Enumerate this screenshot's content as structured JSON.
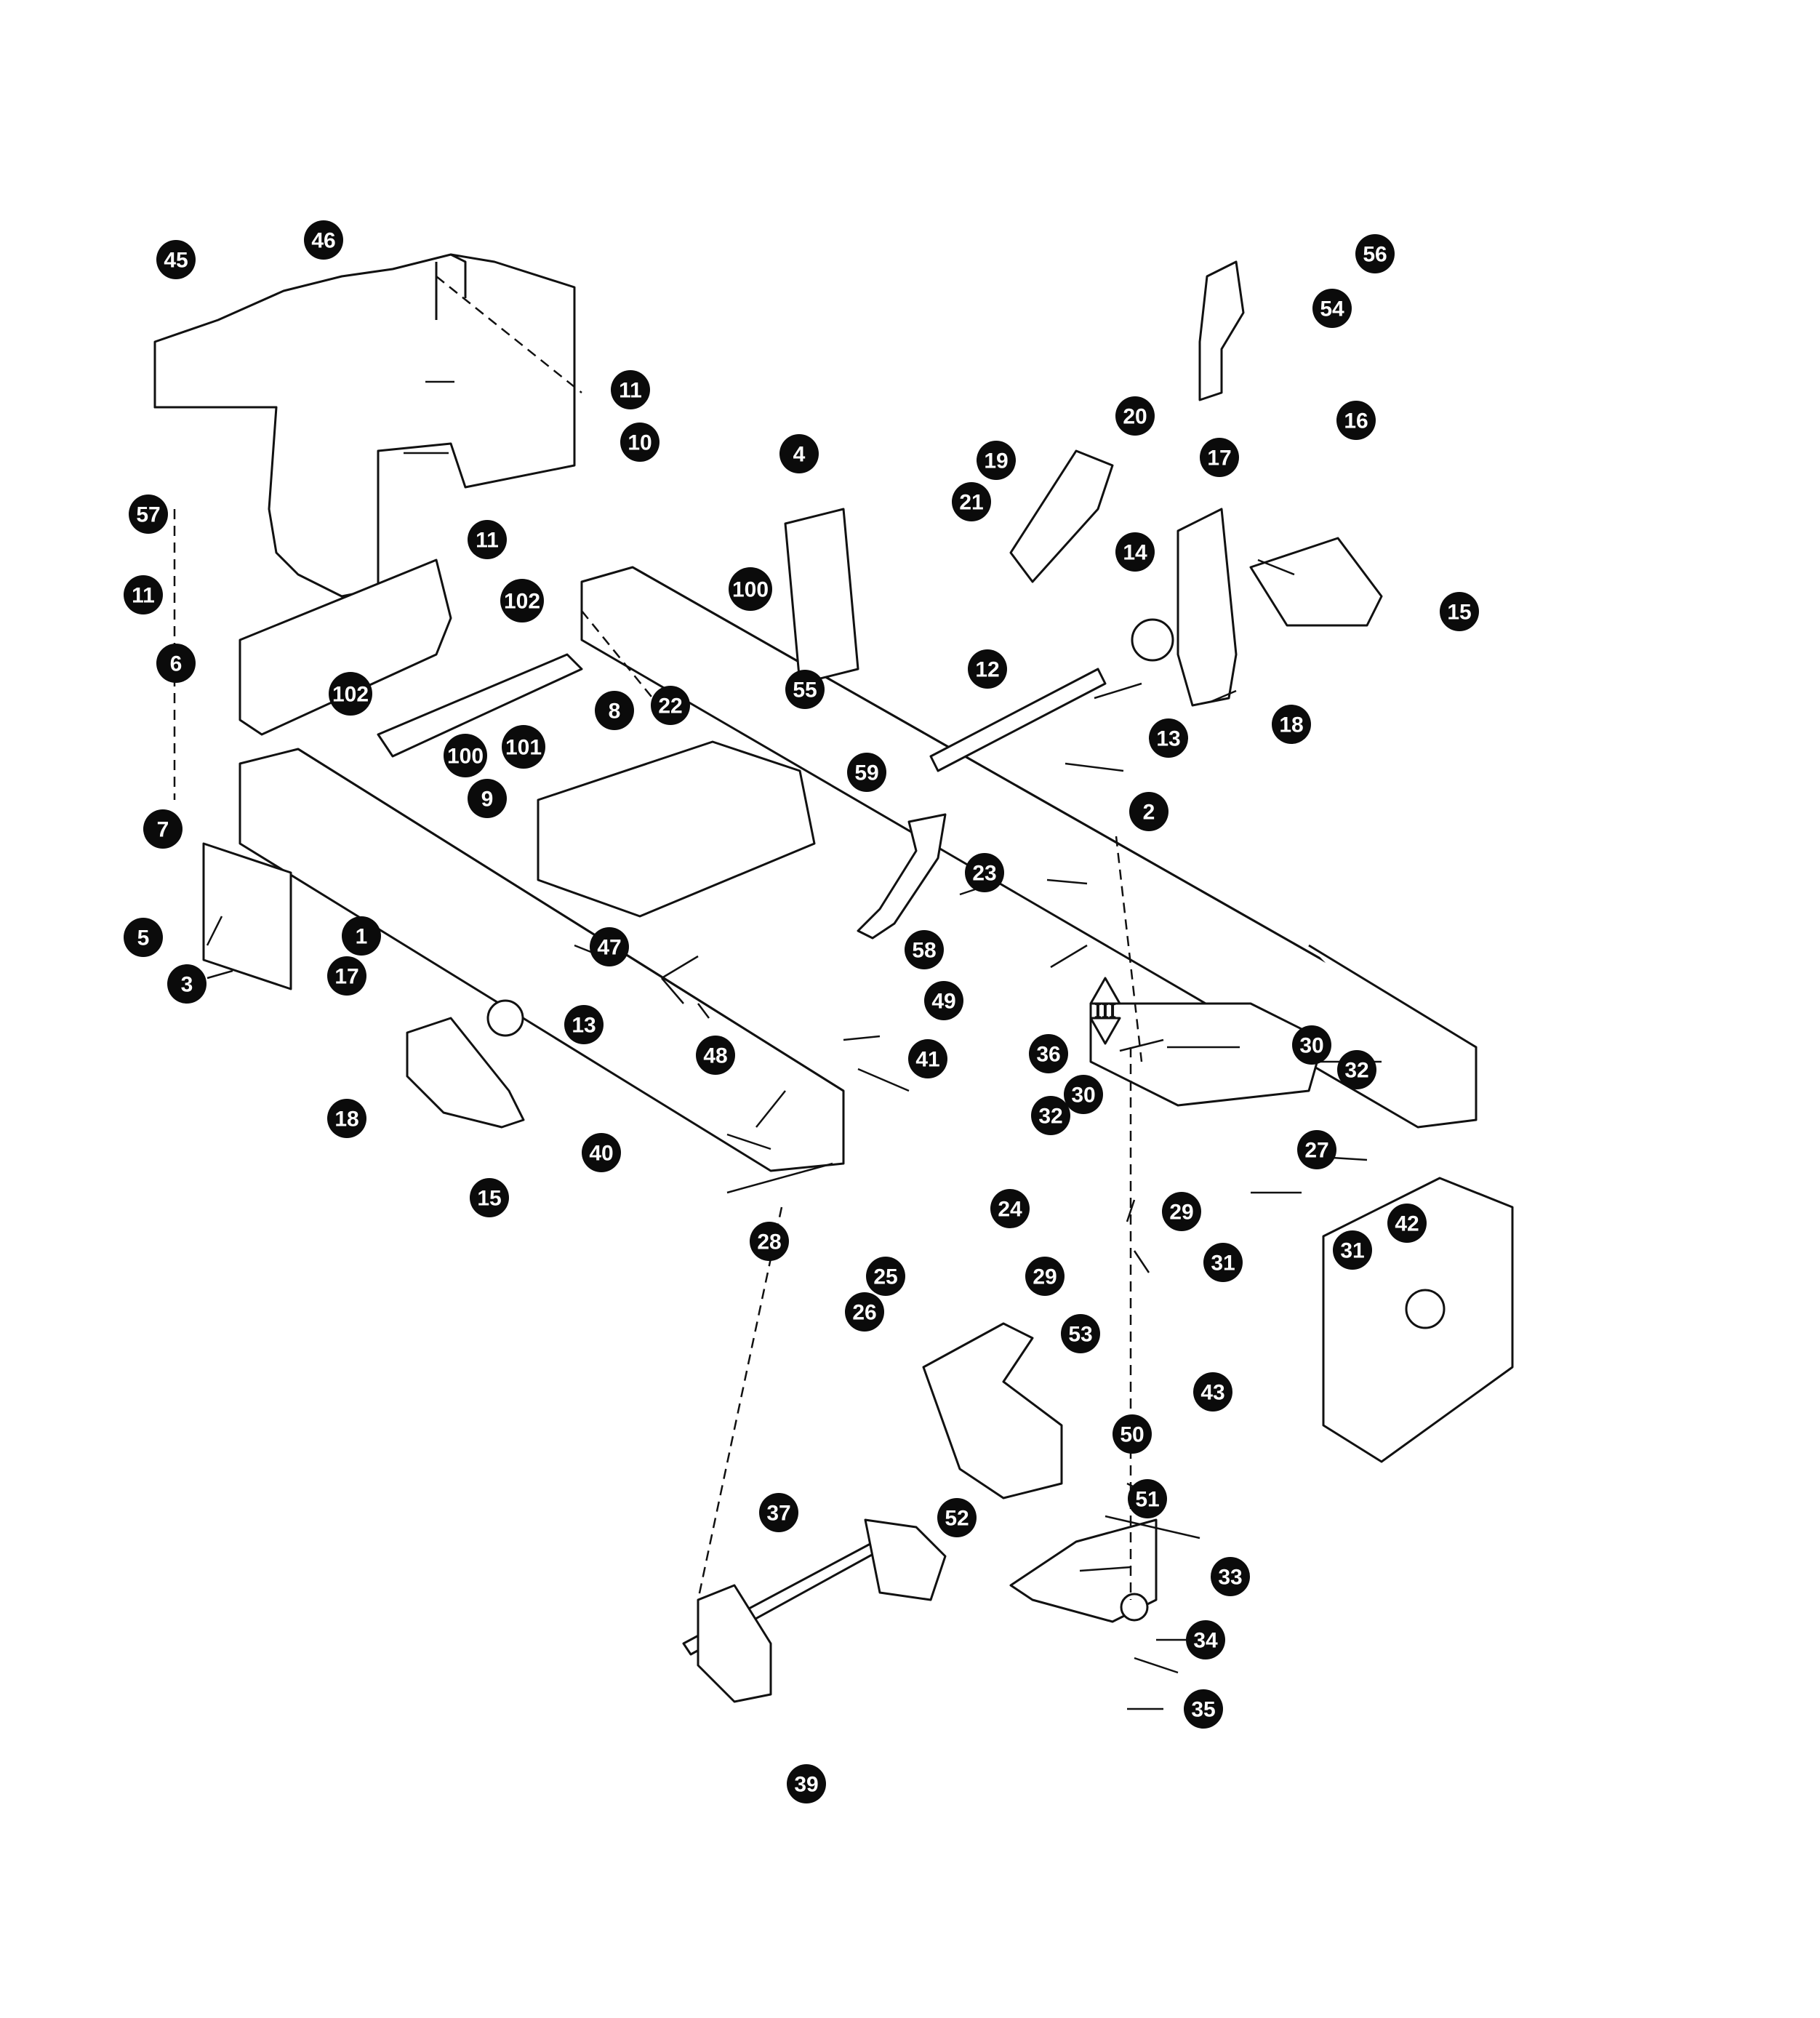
{
  "diagram": {
    "type": "exploded-parts-view",
    "view_marker": "III",
    "callouts": [
      {
        "id": "c1",
        "label": "1"
      },
      {
        "id": "c2",
        "label": "2"
      },
      {
        "id": "c3",
        "label": "3"
      },
      {
        "id": "c4",
        "label": "4"
      },
      {
        "id": "c5",
        "label": "5"
      },
      {
        "id": "c6",
        "label": "6"
      },
      {
        "id": "c7",
        "label": "7"
      },
      {
        "id": "c8",
        "label": "8"
      },
      {
        "id": "c9",
        "label": "9"
      },
      {
        "id": "c10",
        "label": "10"
      },
      {
        "id": "c11a",
        "label": "11"
      },
      {
        "id": "c11b",
        "label": "11"
      },
      {
        "id": "c11c",
        "label": "11"
      },
      {
        "id": "c12",
        "label": "12"
      },
      {
        "id": "c13a",
        "label": "13"
      },
      {
        "id": "c13b",
        "label": "13"
      },
      {
        "id": "c14",
        "label": "14"
      },
      {
        "id": "c15a",
        "label": "15"
      },
      {
        "id": "c15b",
        "label": "15"
      },
      {
        "id": "c16",
        "label": "16"
      },
      {
        "id": "c17a",
        "label": "17"
      },
      {
        "id": "c17b",
        "label": "17"
      },
      {
        "id": "c18a",
        "label": "18"
      },
      {
        "id": "c18b",
        "label": "18"
      },
      {
        "id": "c19",
        "label": "19"
      },
      {
        "id": "c20",
        "label": "20"
      },
      {
        "id": "c21",
        "label": "21"
      },
      {
        "id": "c22",
        "label": "22"
      },
      {
        "id": "c23",
        "label": "23"
      },
      {
        "id": "c24",
        "label": "24"
      },
      {
        "id": "c25",
        "label": "25"
      },
      {
        "id": "c26",
        "label": "26"
      },
      {
        "id": "c27",
        "label": "27"
      },
      {
        "id": "c28",
        "label": "28"
      },
      {
        "id": "c29a",
        "label": "29"
      },
      {
        "id": "c29b",
        "label": "29"
      },
      {
        "id": "c30a",
        "label": "30"
      },
      {
        "id": "c30b",
        "label": "30"
      },
      {
        "id": "c31a",
        "label": "31"
      },
      {
        "id": "c31b",
        "label": "31"
      },
      {
        "id": "c32a",
        "label": "32"
      },
      {
        "id": "c32b",
        "label": "32"
      },
      {
        "id": "c33",
        "label": "33"
      },
      {
        "id": "c34",
        "label": "34"
      },
      {
        "id": "c35",
        "label": "35"
      },
      {
        "id": "c36",
        "label": "36"
      },
      {
        "id": "c37",
        "label": "37"
      },
      {
        "id": "c39",
        "label": "39"
      },
      {
        "id": "c40",
        "label": "40"
      },
      {
        "id": "c41",
        "label": "41"
      },
      {
        "id": "c42",
        "label": "42"
      },
      {
        "id": "c43",
        "label": "43"
      },
      {
        "id": "c45",
        "label": "45"
      },
      {
        "id": "c46",
        "label": "46"
      },
      {
        "id": "c47",
        "label": "47"
      },
      {
        "id": "c48",
        "label": "48"
      },
      {
        "id": "c49",
        "label": "49"
      },
      {
        "id": "c50",
        "label": "50"
      },
      {
        "id": "c51",
        "label": "51"
      },
      {
        "id": "c52",
        "label": "52"
      },
      {
        "id": "c53",
        "label": "53"
      },
      {
        "id": "c54",
        "label": "54"
      },
      {
        "id": "c55",
        "label": "55"
      },
      {
        "id": "c56",
        "label": "56"
      },
      {
        "id": "c57",
        "label": "57"
      },
      {
        "id": "c58",
        "label": "58"
      },
      {
        "id": "c59",
        "label": "59"
      },
      {
        "id": "c100a",
        "label": "100"
      },
      {
        "id": "c100b",
        "label": "100"
      },
      {
        "id": "c101",
        "label": "101"
      },
      {
        "id": "c102a",
        "label": "102"
      },
      {
        "id": "c102b",
        "label": "102"
      }
    ]
  }
}
